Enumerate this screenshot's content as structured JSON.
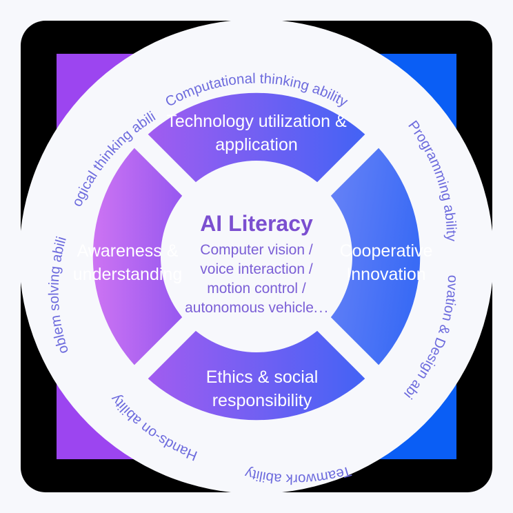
{
  "canvas": {
    "background": "#f7f8fc",
    "card_color": "#000000",
    "ring_color": "#f7f8fc"
  },
  "palette": {
    "purple": "#a45cf0",
    "purple_deep": "#9c45f0",
    "blue": "#4a72f5",
    "blue_deep": "#0a5ef5",
    "label_text": "#6d6bdd",
    "core_title": "#7b4fd0",
    "core_body": "#7b5fd6",
    "petal_text": "#ffffff"
  },
  "corner_squares": [
    {
      "name": "top-left",
      "color": "#9c45f0"
    },
    {
      "name": "top-right",
      "color": "#0a5ef5"
    },
    {
      "name": "bottom-left",
      "color": "#9c45f0"
    },
    {
      "name": "bottom-right",
      "color": "#0a5ef5"
    }
  ],
  "core": {
    "title": "AI Literacy",
    "lines": [
      "Computer vision /",
      "voice interaction /",
      "motion control /",
      "autonomous vehicle. . ."
    ]
  },
  "petals": [
    {
      "id": "technology",
      "lines": [
        "Technology  utilization &",
        "application"
      ],
      "gradient_from": "#a45cf0",
      "gradient_to": "#4a72f5"
    },
    {
      "id": "cooperative",
      "lines": [
        "Cooperative",
        "Innovation"
      ],
      "gradient_from": "#5f7df6",
      "gradient_to": "#3f6ef5"
    },
    {
      "id": "ethics",
      "lines": [
        "Ethics & social",
        "responsibility"
      ],
      "gradient_from": "#a45cf0",
      "gradient_to": "#4a72f5"
    },
    {
      "id": "awareness",
      "lines": [
        "Awareness &",
        "understanding"
      ],
      "gradient_from": "#c06bf2",
      "gradient_to": "#9a5cf0"
    }
  ],
  "ring_labels": [
    {
      "id": "computational-thinking",
      "text": "Computational thinking ability"
    },
    {
      "id": "programming",
      "text": "Programming ability"
    },
    {
      "id": "innovation-design",
      "text": "innovation & Design ability"
    },
    {
      "id": "teamwork",
      "text": "Teamwork ability"
    },
    {
      "id": "hands-on",
      "text": "Hands-on ability"
    },
    {
      "id": "problem-solving",
      "text": "problem solving ability"
    },
    {
      "id": "logical-thinking",
      "text": "Logical thinking ability"
    }
  ]
}
